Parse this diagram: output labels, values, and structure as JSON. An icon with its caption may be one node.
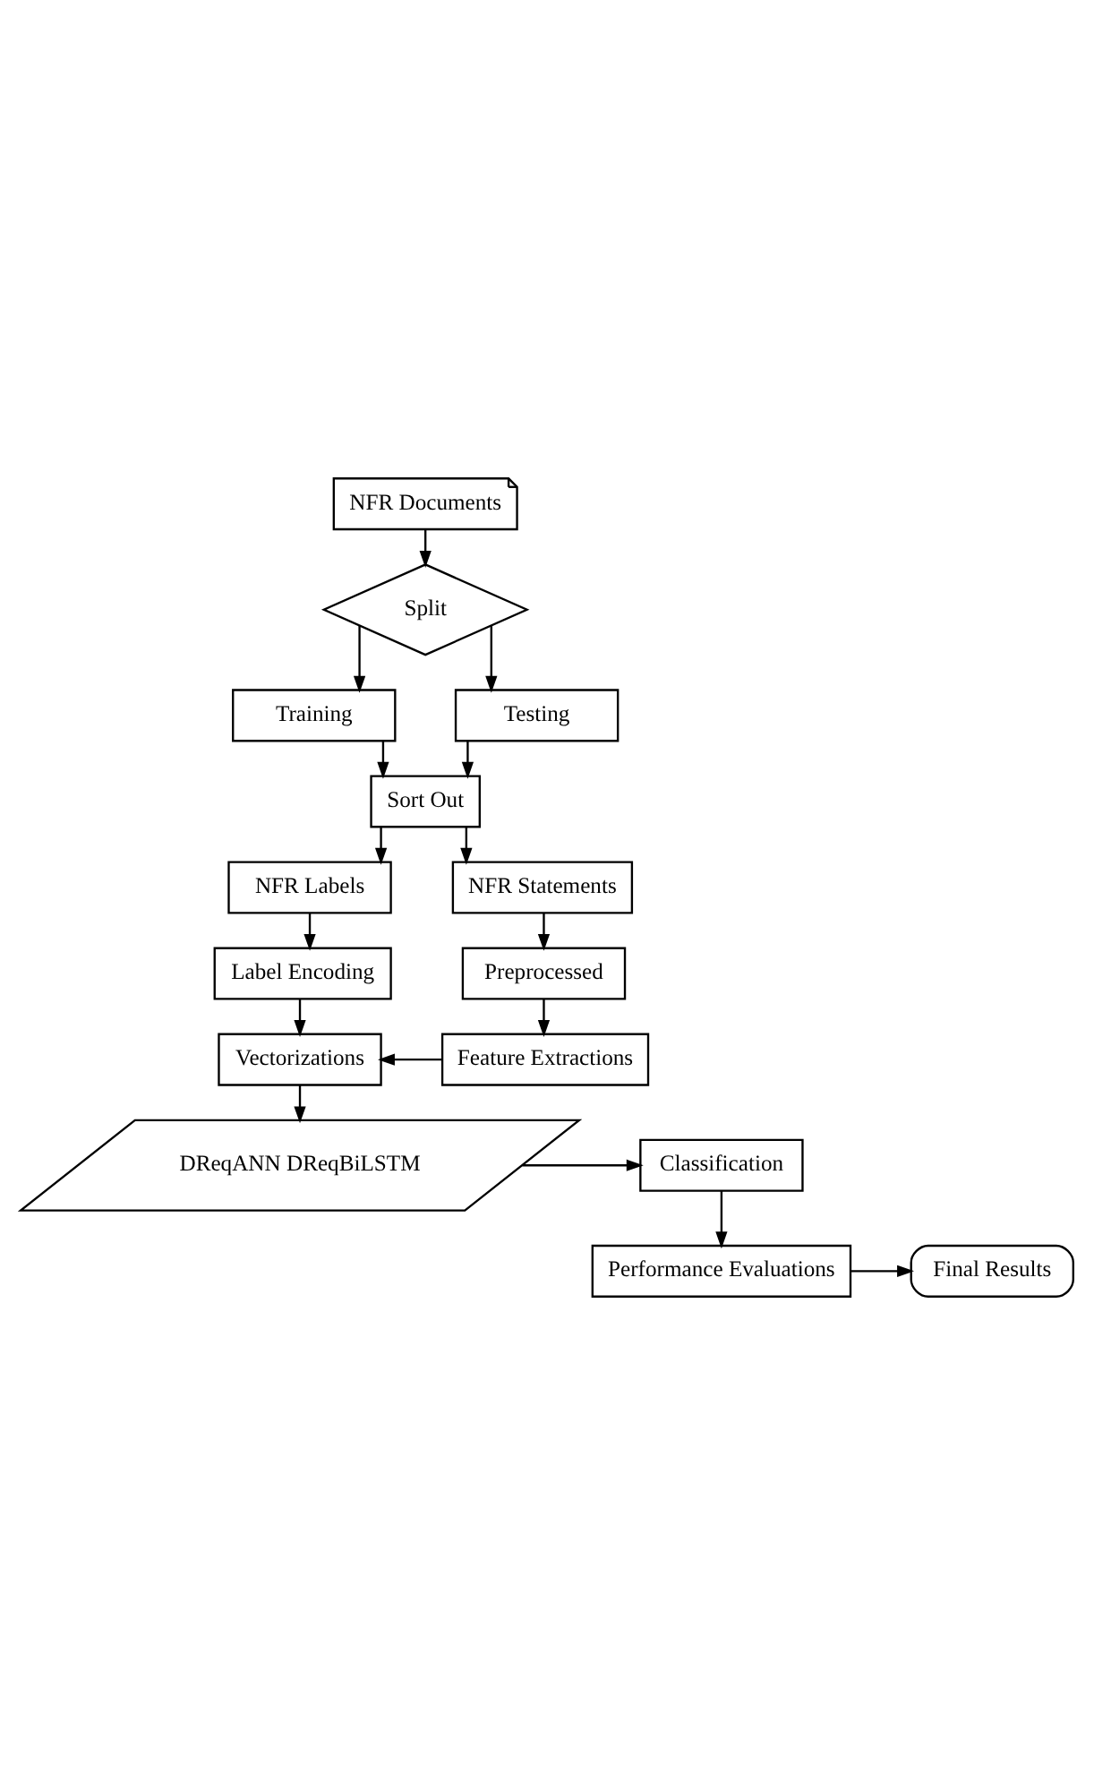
{
  "diagram": {
    "nodes": [
      {
        "text": [
          "NFR Documents"
        ]
      },
      {
        "text": [
          "Split"
        ]
      },
      {
        "text": [
          "Training"
        ]
      },
      {
        "text": [
          "Testing"
        ]
      },
      {
        "text": [
          "Sort Out"
        ]
      },
      {
        "text": [
          "NFR Labels"
        ]
      },
      {
        "text": [
          "NFR Statements"
        ]
      },
      {
        "text": [
          "Label Encoding"
        ]
      },
      {
        "text": [
          "Preprocessed"
        ]
      },
      {
        "text": [
          "Vectorizations"
        ]
      },
      {
        "text": [
          "Feature Extractions"
        ]
      },
      {
        "text": [
          "DReqANN DReqBiLSTM"
        ]
      },
      {
        "text": [
          "Classification"
        ]
      },
      {
        "text": [
          "Performance Evaluations"
        ]
      },
      {
        "text": [
          "Final Results"
        ]
      }
    ],
    "edges": [
      {
        "from": 0,
        "to": 1,
        "arrow": "to"
      },
      {
        "from": 1,
        "to": 2,
        "arrow": "to"
      },
      {
        "from": 1,
        "to": 3,
        "arrow": "to"
      },
      {
        "from": 2,
        "to": 4,
        "arrow": "to"
      },
      {
        "from": 3,
        "to": 4,
        "arrow": "to"
      },
      {
        "from": 4,
        "to": 5,
        "arrow": "to"
      },
      {
        "from": 4,
        "to": 6,
        "arrow": "to"
      },
      {
        "from": 5,
        "to": 7,
        "arrow": "to"
      },
      {
        "from": 6,
        "to": 8,
        "arrow": "to"
      },
      {
        "from": 7,
        "to": 9,
        "arrow": "to"
      },
      {
        "from": 8,
        "to": 10,
        "arrow": "to"
      },
      {
        "from": 10,
        "to": 9,
        "arrow": "to"
      },
      {
        "from": 9,
        "to": 11,
        "arrow": "to"
      },
      {
        "from": 11,
        "to": 12,
        "arrow": "to"
      },
      {
        "from": 12,
        "to": 13,
        "arrow": "to"
      },
      {
        "from": 13,
        "to": 14,
        "arrow": "to"
      }
    ]
  }
}
